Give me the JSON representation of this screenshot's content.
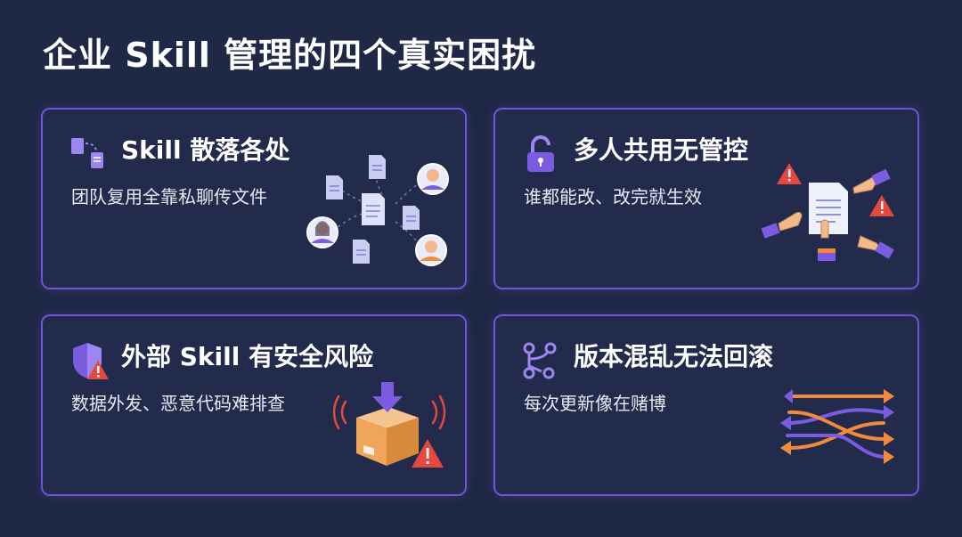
{
  "title": "企业 Skill 管理的四个真实困扰",
  "cards": [
    {
      "title": "Skill 散落各处",
      "desc": "团队复用全靠私聊传文件",
      "icon": "scattered-files-icon"
    },
    {
      "title": "多人共用无管控",
      "desc": "谁都能改、改完就生效",
      "icon": "unlocked-padlock-icon"
    },
    {
      "title": "外部 Skill 有安全风险",
      "desc": "数据外发、恶意代码难排查",
      "icon": "shield-warning-icon"
    },
    {
      "title": "版本混乱无法回滚",
      "desc": "每次更新像在赌博",
      "icon": "branch-icon"
    }
  ],
  "colors": {
    "background": "#1f2845",
    "card_border": "#6f55d6",
    "accent_purple": "#7b5ce0",
    "warning_red": "#e5483d",
    "accent_orange": "#f08a3c"
  }
}
